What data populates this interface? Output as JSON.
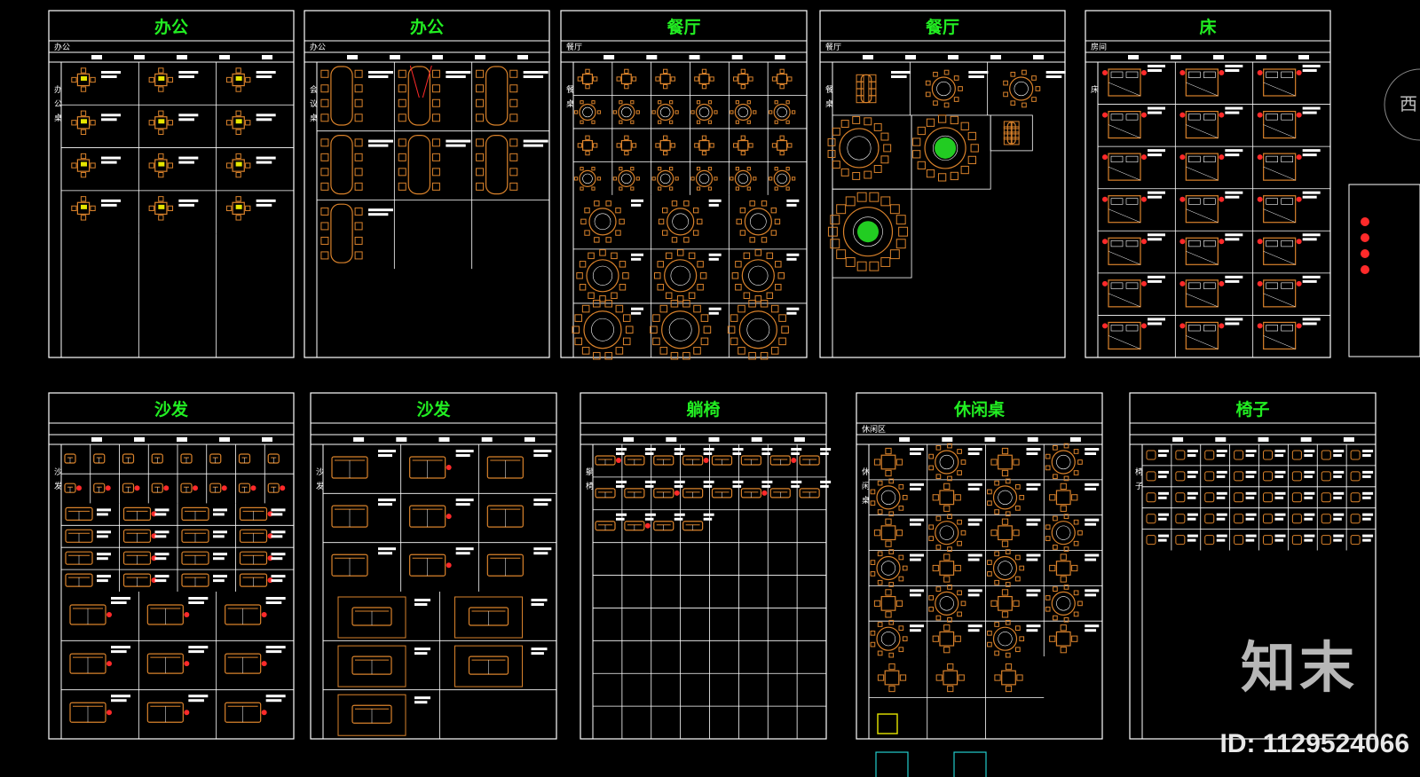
{
  "sheets": [
    {
      "id": "office-1",
      "title": "办公",
      "subtitle": "办公",
      "side_label": "办公桌",
      "fill": "office"
    },
    {
      "id": "office-2",
      "title": "办公",
      "subtitle": "办公",
      "side_label": "会议桌",
      "fill": "meeting"
    },
    {
      "id": "dining-1",
      "title": "餐厅",
      "subtitle": "餐厅",
      "side_label": "餐桌",
      "fill": "dining"
    },
    {
      "id": "dining-2",
      "title": "餐厅",
      "subtitle": "餐厅",
      "side_label": "餐桌",
      "fill": "dining2"
    },
    {
      "id": "bed",
      "title": "床",
      "subtitle": "房间",
      "side_label": "床",
      "fill": "bed"
    },
    {
      "id": "sofa-1",
      "title": "沙发",
      "subtitle": "",
      "side_label": "沙发",
      "fill": "sofa"
    },
    {
      "id": "sofa-2",
      "title": "沙发",
      "subtitle": "",
      "side_label": "沙发",
      "fill": "sofa2"
    },
    {
      "id": "lounger",
      "title": "躺椅",
      "subtitle": "",
      "side_label": "躺椅",
      "fill": "lounger"
    },
    {
      "id": "leisure-table",
      "title": "休闲桌",
      "subtitle": "休闲区",
      "side_label": "休闲桌",
      "fill": "leisure"
    },
    {
      "id": "chairs",
      "title": "椅子",
      "subtitle": "",
      "side_label": "椅子",
      "fill": "chairs"
    }
  ],
  "edge_label": "西",
  "watermark": {
    "logo": "知末",
    "id_text": "ID: 1129524066"
  },
  "colors": {
    "background": "#000000",
    "title": "#22ee22",
    "grid": "#ffffff",
    "furniture": "#d9822b",
    "accent_red": "#ff2a2a",
    "accent_yellow": "#e6e600",
    "accent_green": "#22cc22",
    "accent_cyan": "#22cccc"
  }
}
